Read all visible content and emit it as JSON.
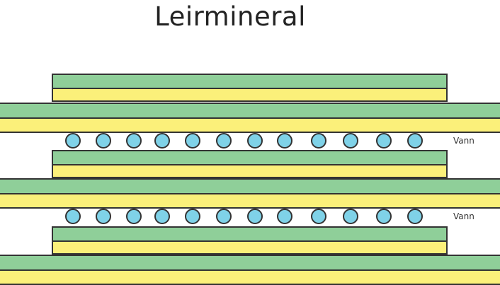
{
  "diagram": {
    "title": "Leirmineral",
    "water_label": "Vann",
    "colors": {
      "green": "#8fcf99",
      "yellow": "#fbf07a",
      "outline": "#333333",
      "water": "#7fd2e8"
    },
    "water_layers": 2,
    "molecules_per_layer": 12
  }
}
